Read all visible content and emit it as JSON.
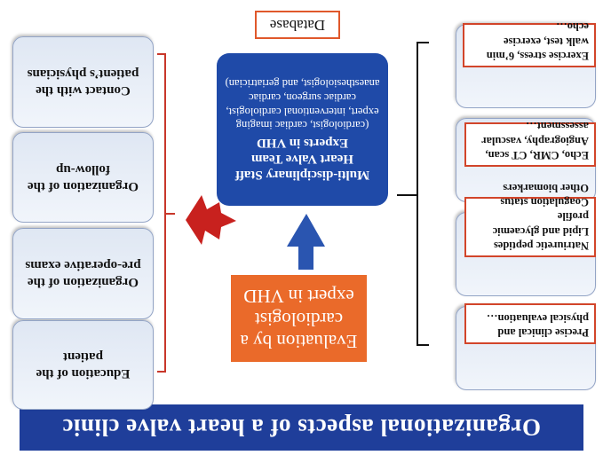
{
  "title": "Organizational aspects of a heart valve clinic",
  "left_items": [
    {
      "text": "Precise clinical and physical evaluation…"
    },
    {
      "text": "Natriuretic peptides\nLipid and glycaemic profile\nCoagulation status\nOther biomarkers"
    },
    {
      "text": "Echo, CMR, CT scan, Angiography, vascular assessment…"
    },
    {
      "text": "Exercise stress, 6’min walk test, exercise echo…"
    }
  ],
  "evaluation": "Evaluation by a cardiologist expert in VHD",
  "team": {
    "heading": "Multi-disciplinary Staff\nHeart Valve Team\nExperts in VHD",
    "details": "(cardiologist, cardiac imaging expert, interventional cardiologist, cardiac surgeon, cardiac anaesthesiologist, and geriatrician)"
  },
  "database": "Database",
  "right_items": [
    "Education of the patient",
    "Organization of the pre-operative exams",
    "Organization of the follow-up",
    "Contact with the patient’s physicians"
  ],
  "colors": {
    "title_bg": "#1f3e9a",
    "team_bg": "#1f4aa8",
    "eval_bg": "#ea6a2a",
    "arrow_blue": "#2a55b0",
    "arrow_red": "#c8211e",
    "box_border_red": "#d2452a"
  }
}
